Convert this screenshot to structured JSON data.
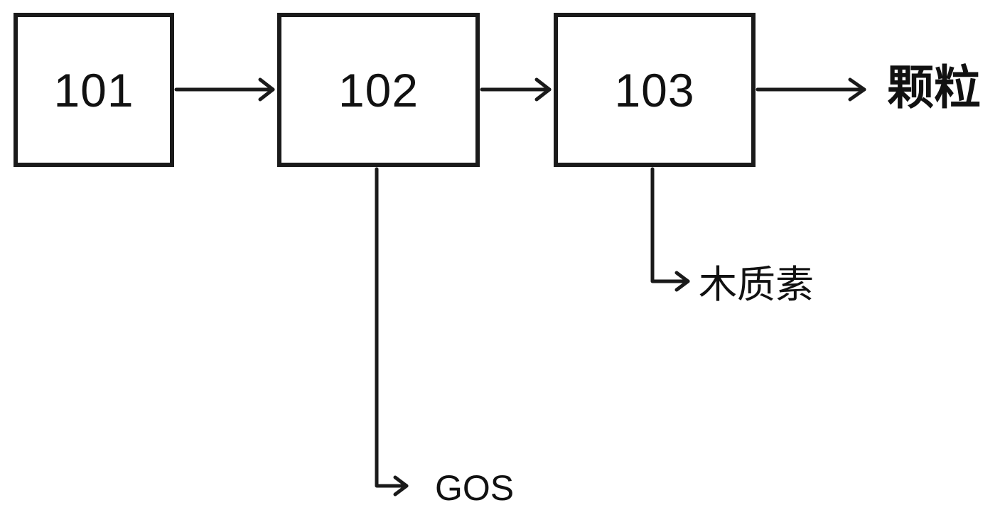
{
  "boxes": [
    {
      "id": "101",
      "label": "101"
    },
    {
      "id": "102",
      "label": "102"
    },
    {
      "id": "103",
      "label": "103"
    }
  ],
  "outputs": {
    "main_product": "颗粒",
    "from_103": "木质素",
    "from_102": "GOS"
  },
  "colors": {
    "stroke": "#1a1a1a",
    "background": "#ffffff",
    "text": "#111111"
  }
}
